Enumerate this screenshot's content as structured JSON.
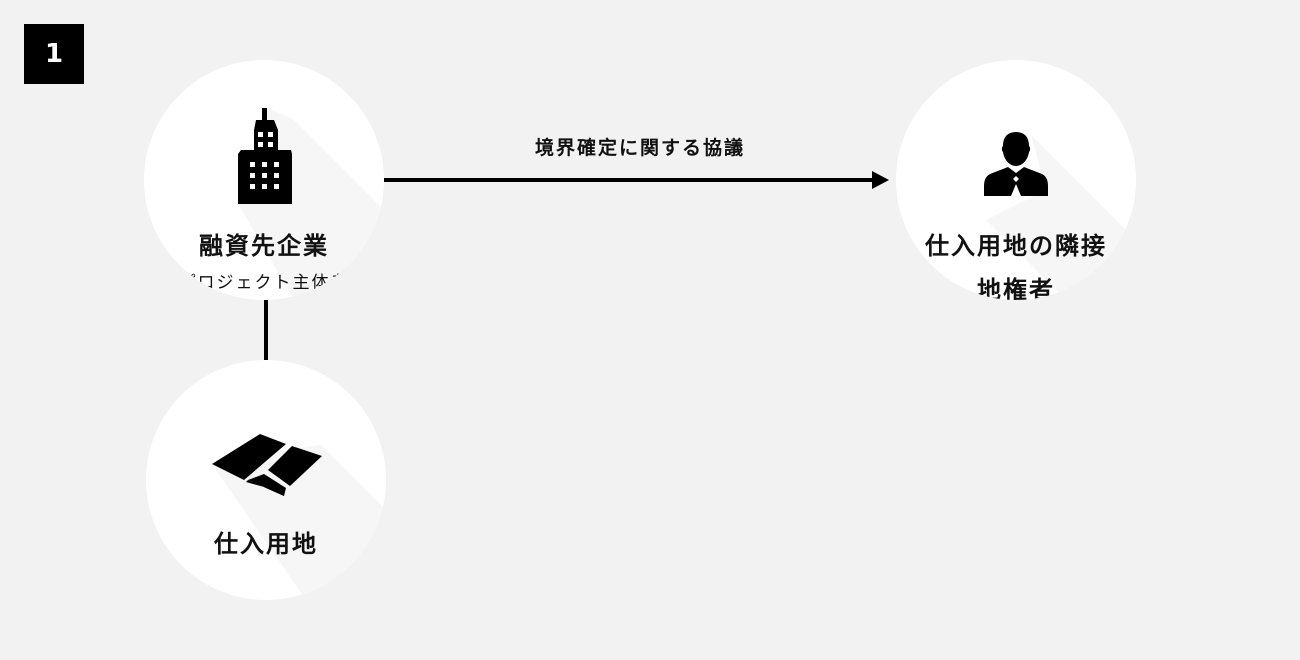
{
  "step_number": "1",
  "nodes": {
    "borrower": {
      "title": "融資先企業",
      "subtitle": "（プロジェクト主体者）",
      "icon": "building-icon"
    },
    "land": {
      "title": "仕入用地",
      "icon": "land-parcel-icon"
    },
    "neighbor": {
      "title_line1": "仕入用地の隣接",
      "title_line2": "地権者",
      "icon": "person-icon"
    }
  },
  "edges": {
    "borrower_to_neighbor": {
      "label": "境界確定に関する協議"
    }
  },
  "colors": {
    "background": "#f2f2f2",
    "circle": "#ffffff",
    "ink": "#000000"
  }
}
